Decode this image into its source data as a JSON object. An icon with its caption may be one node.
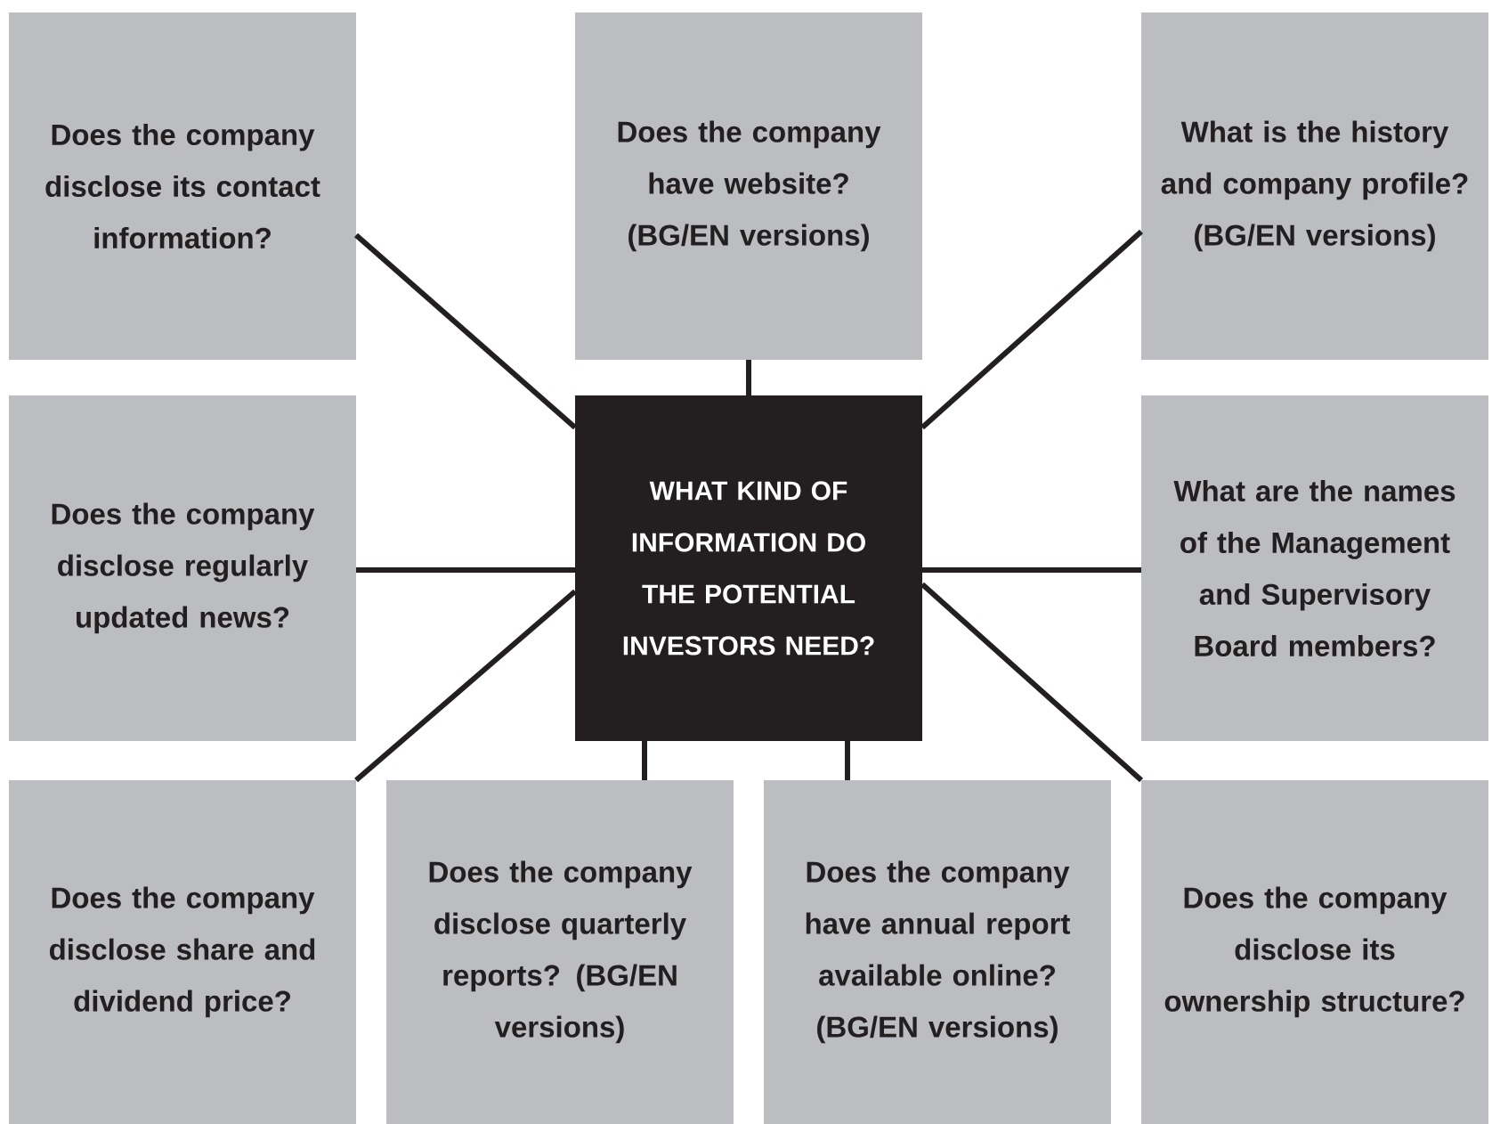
{
  "diagram": {
    "nodes": [
      {
        "text": [
          "Does the company disclose its contact information?"
        ]
      },
      {
        "text": [
          "Does the company have website? (BG/EN versions)"
        ]
      },
      {
        "text": [
          "What is the history and company profile? (BG/EN versions)"
        ]
      },
      {
        "text": [
          "Does the company disclose regularly updated news?"
        ]
      },
      {
        "text": [
          "WHAT KIND OF INFORMATION DO THE POTENTIAL INVESTORS NEED?"
        ]
      },
      {
        "text": [
          "What are the names of the Management and Supervisory Board members?"
        ]
      },
      {
        "text": [
          "Does the company disclose share and dividend price?"
        ]
      },
      {
        "text": [
          "Does the company disclose quarterly reports? (BG/EN versions)"
        ]
      },
      {
        "text": [
          "Does the company have annual report available online? (BG/EN versions)"
        ]
      },
      {
        "text": [
          "Does the company disclose its ownership structure?"
        ]
      }
    ],
    "edges": [
      {
        "from": 4,
        "to": 0,
        "arrow": "none"
      },
      {
        "from": 4,
        "to": 1,
        "arrow": "none"
      },
      {
        "from": 4,
        "to": 2,
        "arrow": "none"
      },
      {
        "from": 4,
        "to": 3,
        "arrow": "none"
      },
      {
        "from": 4,
        "to": 5,
        "arrow": "none"
      },
      {
        "from": 4,
        "to": 6,
        "arrow": "none"
      },
      {
        "from": 4,
        "to": 7,
        "arrow": "none"
      },
      {
        "from": 4,
        "to": 8,
        "arrow": "none"
      },
      {
        "from": 4,
        "to": 9,
        "arrow": "none"
      }
    ]
  }
}
